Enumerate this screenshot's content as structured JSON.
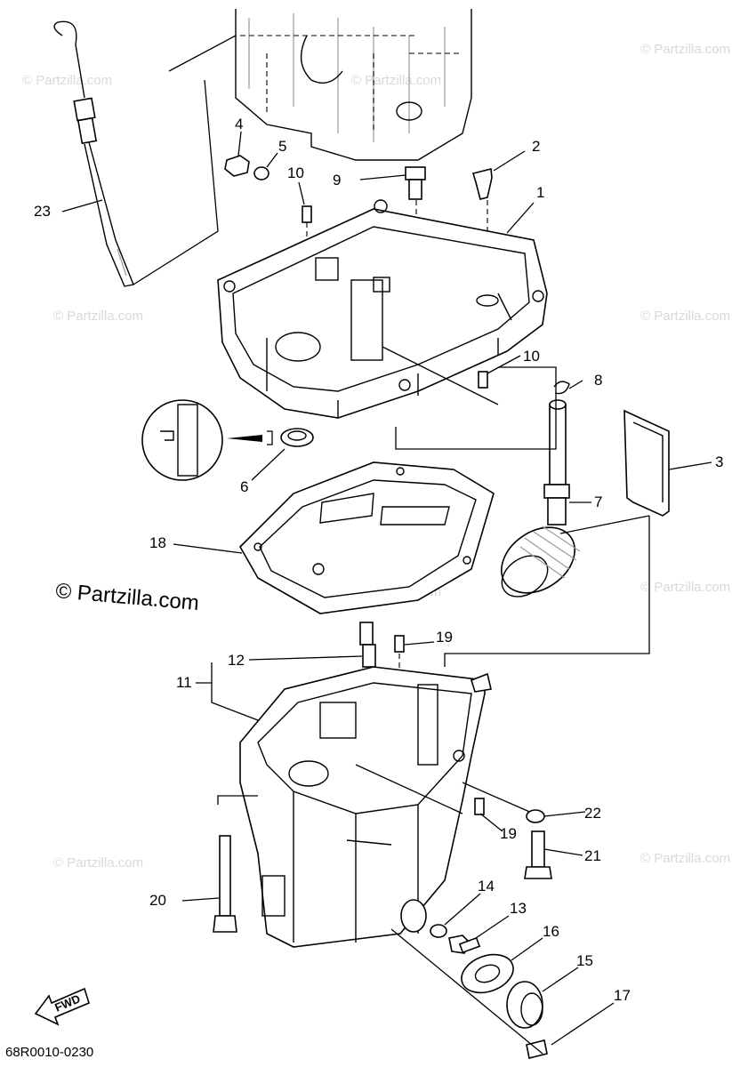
{
  "diagram": {
    "callouts": [
      "1",
      "2",
      "3",
      "4",
      "5",
      "6",
      "7",
      "8",
      "9",
      "10",
      "10",
      "11",
      "12",
      "13",
      "14",
      "15",
      "16",
      "17",
      "18",
      "19",
      "19",
      "20",
      "21",
      "22",
      "23"
    ],
    "watermark_main": "© Partzilla.com",
    "watermark_small": "© Partzilla.com",
    "fwd_label": "FWD",
    "drawing_code": "68R0010-0230"
  }
}
